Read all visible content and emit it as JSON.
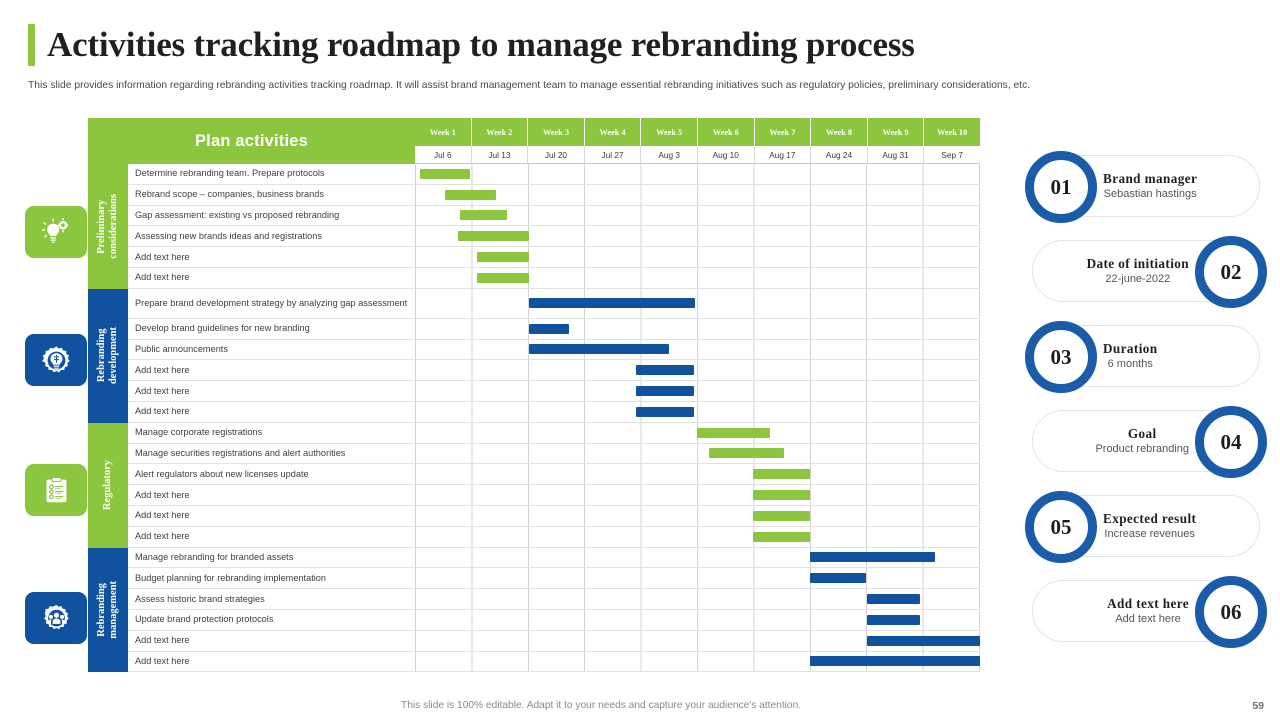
{
  "header": {
    "title": "Activities tracking roadmap to manage rebranding process",
    "subtitle": "This slide provides information regarding rebranding activities tracking roadmap. It will assist brand management team to manage essential rebranding initiatives such as regulatory policies, preliminary considerations, etc."
  },
  "gantt": {
    "plan_header": "Plan activities",
    "weeks": [
      "Week 1",
      "Week 2",
      "Week 3",
      "Week 4",
      "Week 5",
      "Week 6",
      "Week 7",
      "Week 8",
      "Week 9",
      "Week 10"
    ],
    "dates": [
      "Jul 6",
      "Jul 13",
      "Jul 20",
      "Jul 27",
      "Aug 3",
      "Aug 10",
      "Aug 17",
      "Aug 24",
      "Aug 31",
      "Sep 7"
    ],
    "sections": [
      {
        "label": "Preliminary\nconsiderations",
        "color": "#8CC63E",
        "icon": "lightbulb-gear-icon",
        "rows": [
          {
            "task": "Determine rebranding team. Prepare protocols",
            "start": 0.07,
            "end": 0.95
          },
          {
            "task": "Rebrand scope – companies, business brands",
            "start": 0.52,
            "end": 1.42
          },
          {
            "task": "Gap assessment: existing vs proposed rebranding",
            "start": 0.78,
            "end": 1.62
          },
          {
            "task": "Assessing new brands ideas and registrations",
            "start": 0.75,
            "end": 2.0
          },
          {
            "task": "Add text here",
            "start": 1.08,
            "end": 2.0
          },
          {
            "task": "Add text here",
            "start": 1.08,
            "end": 2.0
          }
        ]
      },
      {
        "label": "Rebranding\ndevelopment",
        "color": "#10529E",
        "icon": "gear-brain-icon",
        "rows": [
          {
            "task": "Prepare brand development strategy by analyzing gap assessment",
            "start": 2.0,
            "end": 4.95,
            "tall": true
          },
          {
            "task": "Develop brand guidelines for new branding",
            "start": 2.0,
            "end": 2.72
          },
          {
            "task": "Public announcements",
            "start": 2.0,
            "end": 4.48
          },
          {
            "task": "Add text here",
            "start": 3.9,
            "end": 4.93
          },
          {
            "task": "Add text here",
            "start": 3.9,
            "end": 4.93
          },
          {
            "task": "Add text here",
            "start": 3.9,
            "end": 4.93
          }
        ]
      },
      {
        "label": "Regulatory",
        "color": "#8CC63E",
        "icon": "clipboard-checklist-icon",
        "rows": [
          {
            "task": "Manage corporate registrations",
            "start": 4.98,
            "end": 6.28
          },
          {
            "task": "Manage securities registrations and alert authorities",
            "start": 5.2,
            "end": 6.53
          },
          {
            "task": "Alert regulators about new licenses update",
            "start": 5.98,
            "end": 6.98
          },
          {
            "task": "Add text here",
            "start": 5.98,
            "end": 6.98
          },
          {
            "task": "Add text here",
            "start": 5.98,
            "end": 6.98
          },
          {
            "task": "Add text here",
            "start": 5.98,
            "end": 6.98
          }
        ]
      },
      {
        "label": "Rebranding\nmanagement",
        "color": "#10529E",
        "icon": "gear-people-icon",
        "rows": [
          {
            "task": "Manage rebranding for branded assets",
            "start": 6.98,
            "end": 9.2
          },
          {
            "task": "Budget planning for rebranding implementation",
            "start": 6.98,
            "end": 7.98
          },
          {
            "task": "Assess historic brand strategies",
            "start": 8.0,
            "end": 8.93
          },
          {
            "task": "Update brand protection protocols",
            "start": 8.0,
            "end": 8.93
          },
          {
            "task": "Add text here",
            "start": 8.0,
            "end": 10.0
          },
          {
            "task": "Add text here",
            "start": 6.98,
            "end": 10.0
          }
        ]
      }
    ]
  },
  "cards": [
    {
      "number": "01",
      "title": "Brand manager",
      "sub": "Sebastian hastings",
      "side": "left"
    },
    {
      "number": "02",
      "title": "Date of initiation",
      "sub": "22-june-2022",
      "side": "right"
    },
    {
      "number": "03",
      "title": "Duration",
      "sub": "6 months",
      "side": "left"
    },
    {
      "number": "04",
      "title": "Goal",
      "sub": "Product rebranding",
      "side": "right"
    },
    {
      "number": "05",
      "title": "Expected result",
      "sub": "Increase revenues",
      "side": "left"
    },
    {
      "number": "06",
      "title": "Add text here",
      "sub": "Add text here",
      "side": "right"
    }
  ],
  "footer": {
    "note": "This slide is 100% editable. Adapt it to your needs and capture your audience's attention.",
    "page": "59"
  },
  "colors": {
    "green": "#8CC63E",
    "blue": "#10529E",
    "circle_blue": "#1A5CA8"
  }
}
